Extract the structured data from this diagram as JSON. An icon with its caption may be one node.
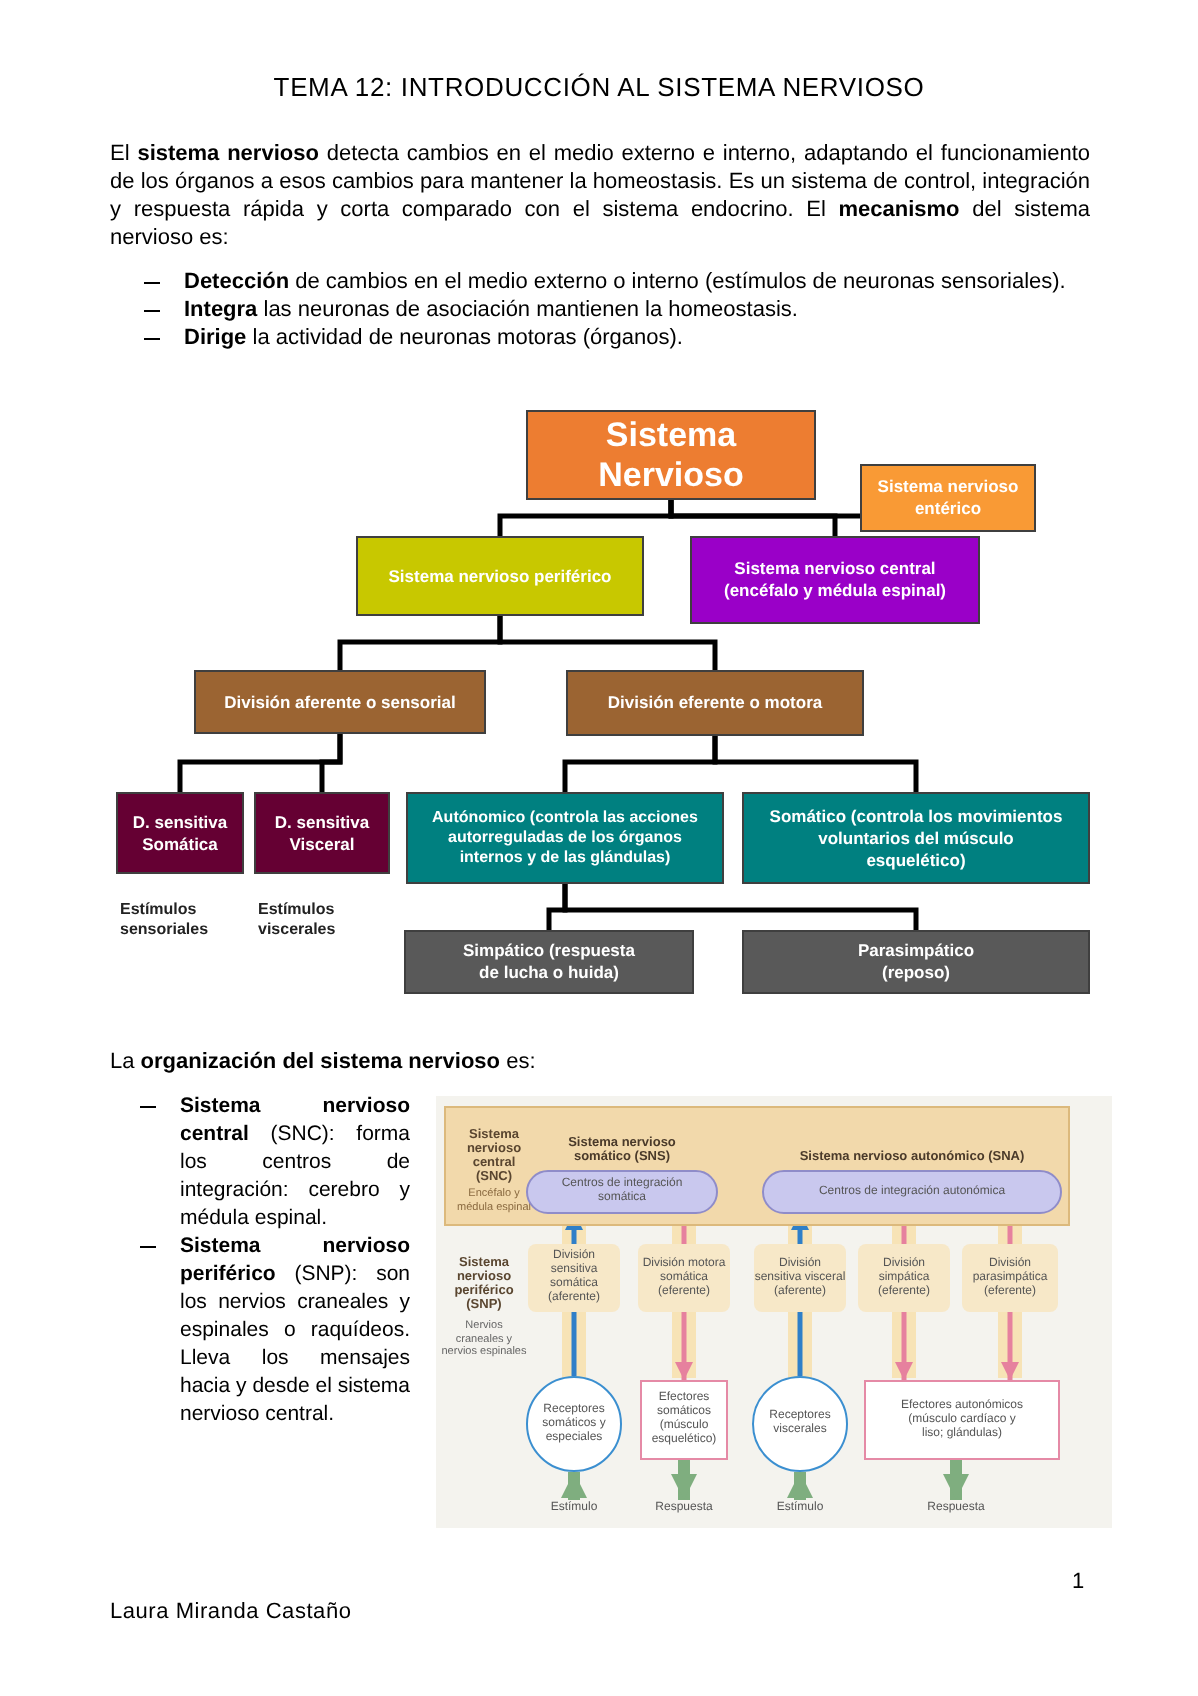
{
  "diagram": {
    "title": "TEMA 12: INTRODUCCIÓN AL SISTEMA NERVIOSO",
    "nodes": [
      {
        "text": [
          "Sistema Nervioso"
        ]
      },
      {
        "text": [
          "Sistema nervioso entérico"
        ]
      },
      {
        "text": [
          "Sistema nervioso periférico"
        ]
      },
      {
        "text": [
          "Sistema nervioso central (encéfalo y médula espinal)"
        ]
      },
      {
        "text": [
          "División aferente o sensorial"
        ]
      },
      {
        "text": [
          "División eferente o motora"
        ]
      },
      {
        "text": [
          "D. sensitiva Somática"
        ],
        "beside": [
          "Estímulos sensoriales"
        ]
      },
      {
        "text": [
          "D. sensitiva Visceral"
        ],
        "beside": [
          "Estímulos viscerales"
        ]
      },
      {
        "text": [
          "Autónomico (controla las acciones autorreguladas de los órganos internos y de las glándulas)"
        ]
      },
      {
        "text": [
          "Somático (controla los movimientos voluntarios del músculo esquelético)"
        ]
      },
      {
        "text": [
          "Simpático (respuesta de lucha o huida)"
        ]
      },
      {
        "text": [
          "Parasimpático (reposo)"
        ]
      },
      {
        "text": [
          "Sistema nervioso central (SNC)",
          "Encéfalo y médula espinal"
        ]
      },
      {
        "text": [
          "Sistema nervioso somático (SNS)",
          "Centros de integración somática"
        ],
        "in": 12
      },
      {
        "text": [
          "Sistema nervioso autonómico (SNA)",
          "Centros de integración autonómica"
        ],
        "in": 12
      },
      {
        "text": [
          "División sensitiva somática (aferente)"
        ]
      },
      {
        "text": [
          "División motora somática (eferente)"
        ]
      },
      {
        "text": [
          "División sensitiva visceral (aferente)"
        ]
      },
      {
        "text": [
          "División simpática (eferente)"
        ]
      },
      {
        "text": [
          "División parasimpática (eferente)"
        ]
      },
      {
        "text": [
          "Receptores somáticos y especiales"
        ]
      },
      {
        "text": [
          "Efectores somáticos (músculo esquelético)"
        ]
      },
      {
        "text": [
          "Receptores viscerales"
        ]
      },
      {
        "text": [
          "Efectores autonómicos (músculo cardíaco y liso; glándulas)"
        ]
      },
      {
        "text": [
          "Estímulo"
        ]
      },
      {
        "text": [
          "Respuesta"
        ]
      },
      {
        "text": [
          "Estímulo"
        ]
      },
      {
        "text": [
          "Respuesta"
        ]
      }
    ],
    "edges": [
      {
        "from": 0,
        "to": 1,
        "arrow": "none"
      },
      {
        "from": 0,
        "to": 2,
        "arrow": "none"
      },
      {
        "from": 0,
        "to": 3,
        "arrow": "none"
      },
      {
        "from": 2,
        "to": 4,
        "arrow": "none"
      },
      {
        "from": 2,
        "to": 5,
        "arrow": "none"
      },
      {
        "from": 4,
        "to": 6,
        "arrow": "none"
      },
      {
        "from": 4,
        "to": 7,
        "arrow": "none"
      },
      {
        "from": 5,
        "to": 8,
        "arrow": "none"
      },
      {
        "from": 5,
        "to": 9,
        "arrow": "none"
      },
      {
        "from": 8,
        "to": 10,
        "arrow": "none"
      },
      {
        "from": 8,
        "to": 11,
        "arrow": "none"
      },
      {
        "from": 20,
        "to": 15,
        "arrow": "none",
        "color": "#2f7fc8"
      },
      {
        "from": 15,
        "to": 13,
        "arrow": "to",
        "color": "#2f7fc8"
      },
      {
        "from": 13,
        "to": 16,
        "arrow": "none",
        "color": "#e6819e"
      },
      {
        "from": 16,
        "to": 21,
        "arrow": "to",
        "color": "#e6819e"
      },
      {
        "from": 22,
        "to": 17,
        "arrow": "none",
        "color": "#2f7fc8"
      },
      {
        "from": 17,
        "to": 14,
        "arrow": "to",
        "color": "#2f7fc8"
      },
      {
        "from": 14,
        "to": 18,
        "arrow": "none",
        "color": "#e6819e"
      },
      {
        "from": 18,
        "to": 23,
        "arrow": "to",
        "color": "#e6819e"
      },
      {
        "from": 14,
        "to": 19,
        "arrow": "none",
        "color": "#e6819e"
      },
      {
        "from": 19,
        "to": 23,
        "arrow": "to",
        "color": "#e6819e"
      },
      {
        "from": 24,
        "to": 20,
        "arrow": "to",
        "style": "thick",
        "color": "#7fae7f"
      },
      {
        "from": 21,
        "to": 25,
        "arrow": "to",
        "style": "thick",
        "color": "#7fae7f"
      },
      {
        "from": 26,
        "to": 22,
        "arrow": "to",
        "style": "thick",
        "color": "#7fae7f"
      },
      {
        "from": 23,
        "to": 27,
        "arrow": "to",
        "style": "thick",
        "color": "#7fae7f"
      }
    ],
    "labels": [
      "El **sistema nervioso** detecta cambios en el medio externo e interno, adaptando el funcionamiento de los órganos a esos cambios para mantener la homeostasis. Es un sistema de control, integración y respuesta rápida y corta comparado con el sistema endocrino. El **mecanismo** del sistema nervioso es:",
      "**Detección** de cambios en el medio externo o interno (estímulos de neuronas sensoriales).",
      "**Integra** las neuronas de asociación mantienen la homeostasis.",
      "**Dirige** la actividad de neuronas motoras (órganos).",
      "La **organización del sistema nervioso** es:",
      "**Sistema nervioso central** (SNC): forma los centros de integración: cerebro y médula espinal.",
      "**Sistema nervioso periférico** (SNP): son los nervios craneales y espinales o raquídeos. Lleva los mensajes hacia y desde el sistema nervioso central.",
      "Sistema nervioso periférico (SNP)",
      "Nervios craneales y nervios espinales",
      "Laura Miranda Castaño",
      "1"
    ]
  }
}
